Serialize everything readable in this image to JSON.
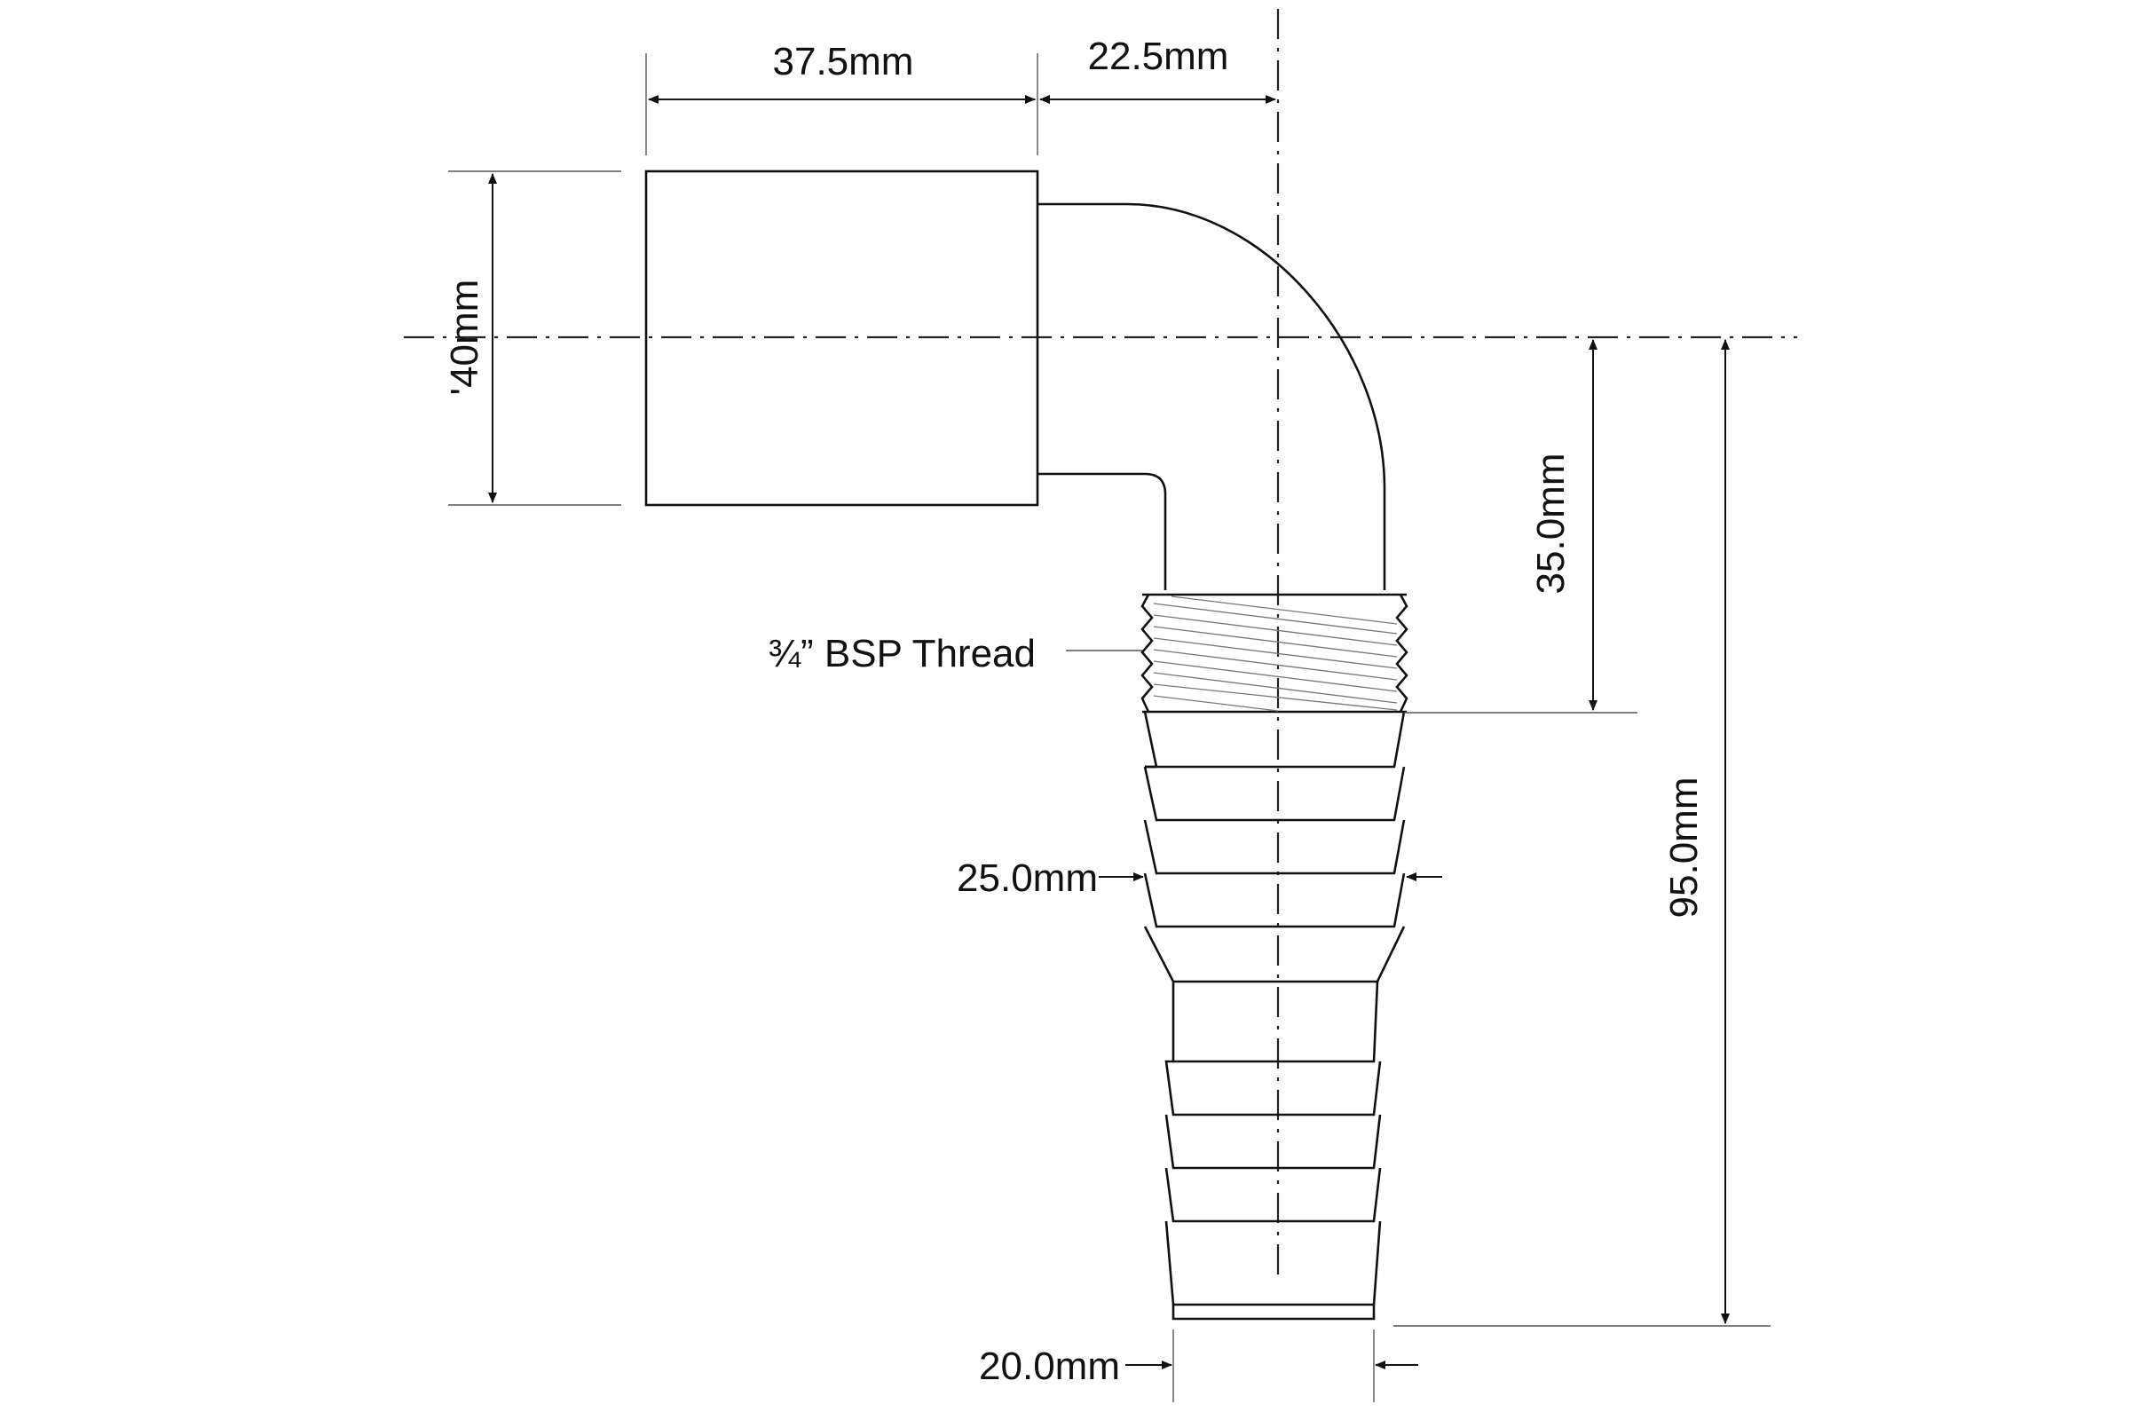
{
  "diagram": {
    "labels": {
      "length_37_5": "37.5mm",
      "offset_22_5": "22.5mm",
      "height_40": "'40mm",
      "drop_35": "35.0mm",
      "total_95": "95.0mm",
      "thread": "¾” BSP Thread",
      "dia_25": "25.0mm",
      "dia_20": "20.0mm"
    }
  }
}
